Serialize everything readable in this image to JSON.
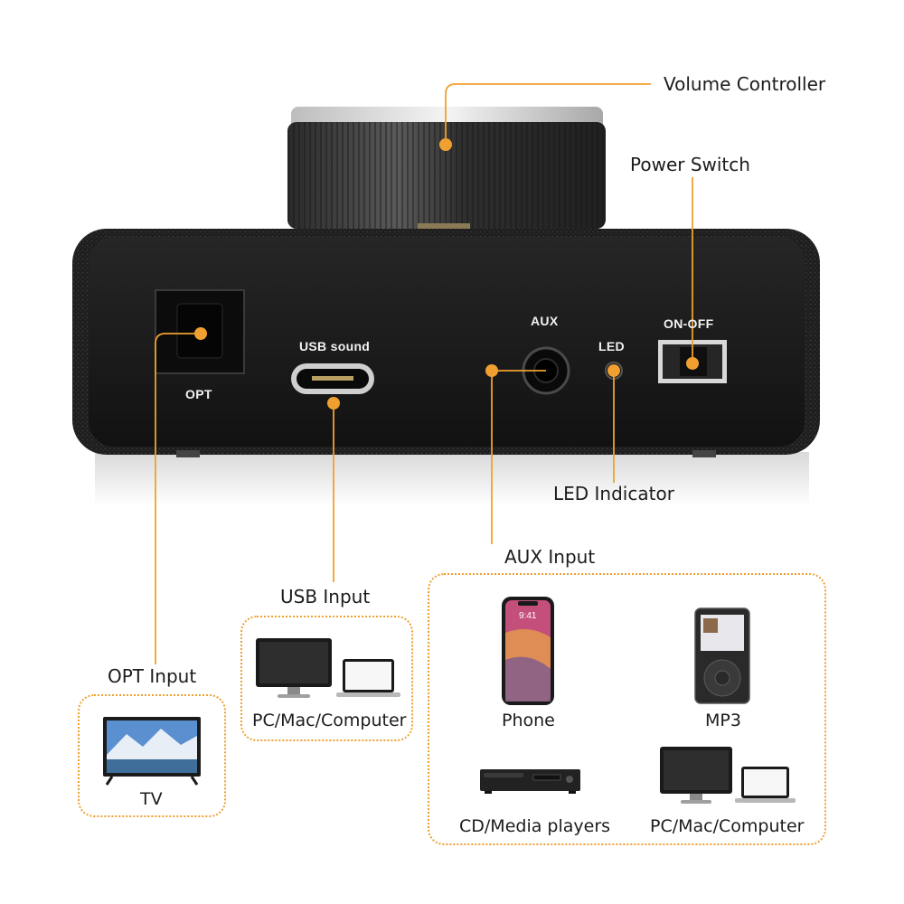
{
  "callouts": {
    "volume_controller": "Volume Controller",
    "power_switch": "Power Switch",
    "led_indicator": "LED Indicator",
    "aux_input": "AUX Input",
    "usb_input": "USB Input",
    "opt_input": "OPT Input"
  },
  "panel": {
    "opt_label": "OPT",
    "usb_label": "USB sound",
    "aux_label": "AUX",
    "led_label": "LED",
    "switch_label": "ON-OFF"
  },
  "devices": {
    "tv": "TV",
    "usb_computer": "PC/Mac/Computer",
    "phone": "Phone",
    "mp3": "MP3",
    "cd_player": "CD/Media players",
    "aux_computer": "PC/Mac/Computer"
  },
  "phone_time": "9:41",
  "colors": {
    "accent": "#f0a030",
    "device_body": "#1b1b1b",
    "knob": "#3a3a3a"
  }
}
